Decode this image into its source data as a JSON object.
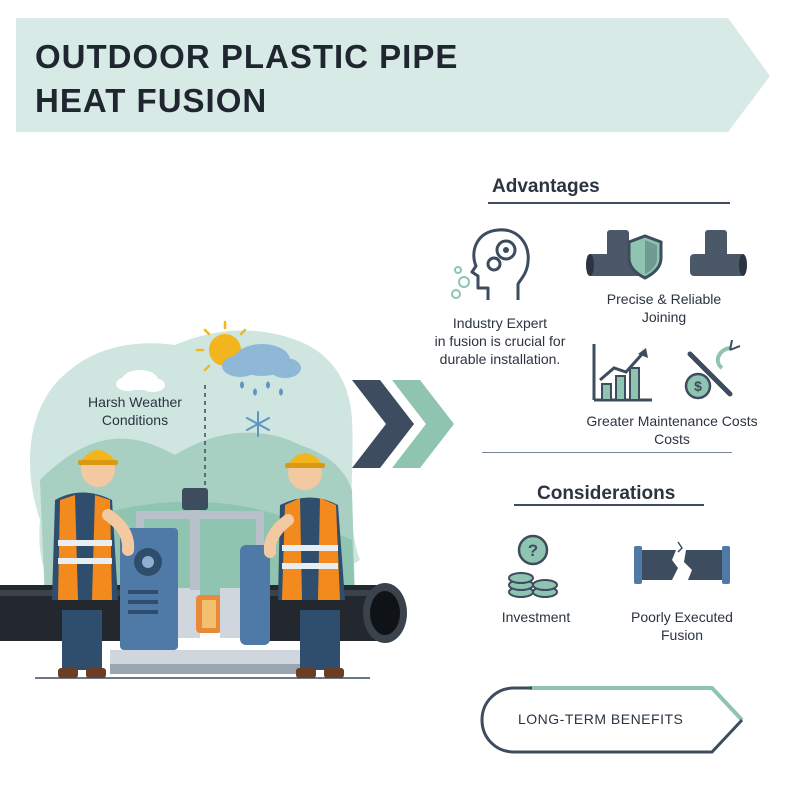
{
  "title": {
    "line1": "OUTDOOR PLASTIC PIPE",
    "line2": "HEAT FUSION"
  },
  "illustration": {
    "weather_label": {
      "line1": "Harsh Weather",
      "line2": "Conditions"
    },
    "icons": [
      "sun-icon",
      "rain-cloud-icon",
      "snowflake-icon",
      "cloud-icon"
    ]
  },
  "advantages": {
    "heading": "Advantages",
    "items": [
      {
        "icon": "expert-head-gears-icon",
        "lines": [
          "Industry Expert",
          "in fusion is crucial for",
          "durable installation."
        ]
      },
      {
        "icon": "pipe-fittings-shield-icon",
        "lines": [
          "Precise & Reliable",
          "Joining"
        ]
      },
      {
        "icon": "chart-money-wrench-icon",
        "lines": [
          "Greater Maintenance Costs",
          "Costs"
        ]
      }
    ]
  },
  "considerations": {
    "heading": "Considerations",
    "items": [
      {
        "icon": "question-coins-icon",
        "lines": [
          "Investment"
        ]
      },
      {
        "icon": "broken-pipe-icon",
        "lines": [
          "Poorly Executed",
          "Fusion"
        ]
      }
    ]
  },
  "footer": {
    "label": "LONG-TERM BENEFITS"
  },
  "colors": {
    "banner": "#d8eae5",
    "accent_green": "#8ec4b0",
    "navy": "#3d4c5e",
    "pipe": "#22282e",
    "machine_blue": "#4f79a6",
    "vest_orange": "#f28a1e",
    "helmet_yellow": "#f3b51d"
  }
}
